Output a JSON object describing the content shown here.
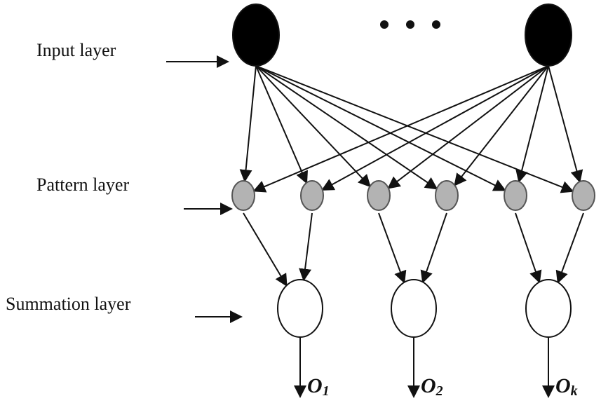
{
  "labels": {
    "input": "Input layer",
    "pattern": "Pattern layer",
    "summation": "Summation layer"
  },
  "ellipsis": "• • •",
  "outputs": [
    {
      "base": "O",
      "sub": "1"
    },
    {
      "base": "O",
      "sub": "2"
    },
    {
      "base": "O",
      "sub": "k"
    }
  ],
  "colors": {
    "input_node": "#000000",
    "pattern_node": "#b3b3b3",
    "summation_node": "#ffffff",
    "stroke": "#111111"
  }
}
